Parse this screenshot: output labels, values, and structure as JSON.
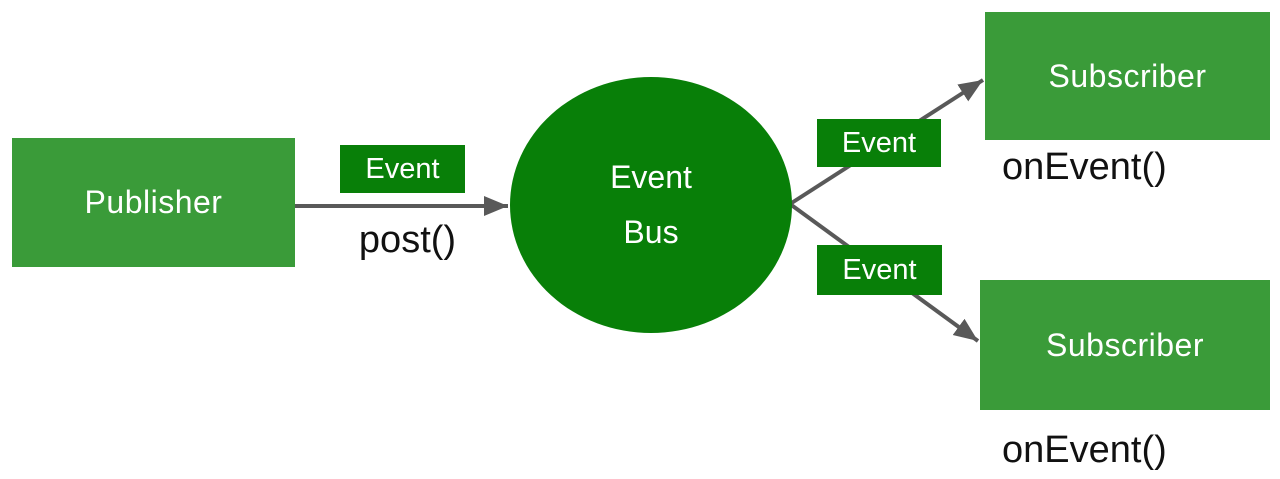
{
  "colors": {
    "box_green": "#3A9B39",
    "dark_green": "#087F08",
    "arrow_gray": "#595959",
    "label_text": "#FFFFFF",
    "annotation_text": "#111111",
    "background": "#FFFFFF"
  },
  "nodes": {
    "publisher": {
      "label": "Publisher"
    },
    "event_bus": {
      "line1": "Event",
      "line2": "Bus"
    },
    "subscriber_top": {
      "label": "Subscriber",
      "callback": "onEvent()"
    },
    "subscriber_bottom": {
      "label": "Subscriber",
      "callback": "onEvent()"
    }
  },
  "edges": {
    "publish": {
      "label": "Event",
      "method": "post()"
    },
    "deliver_top": {
      "label": "Event"
    },
    "deliver_bottom": {
      "label": "Event"
    }
  }
}
